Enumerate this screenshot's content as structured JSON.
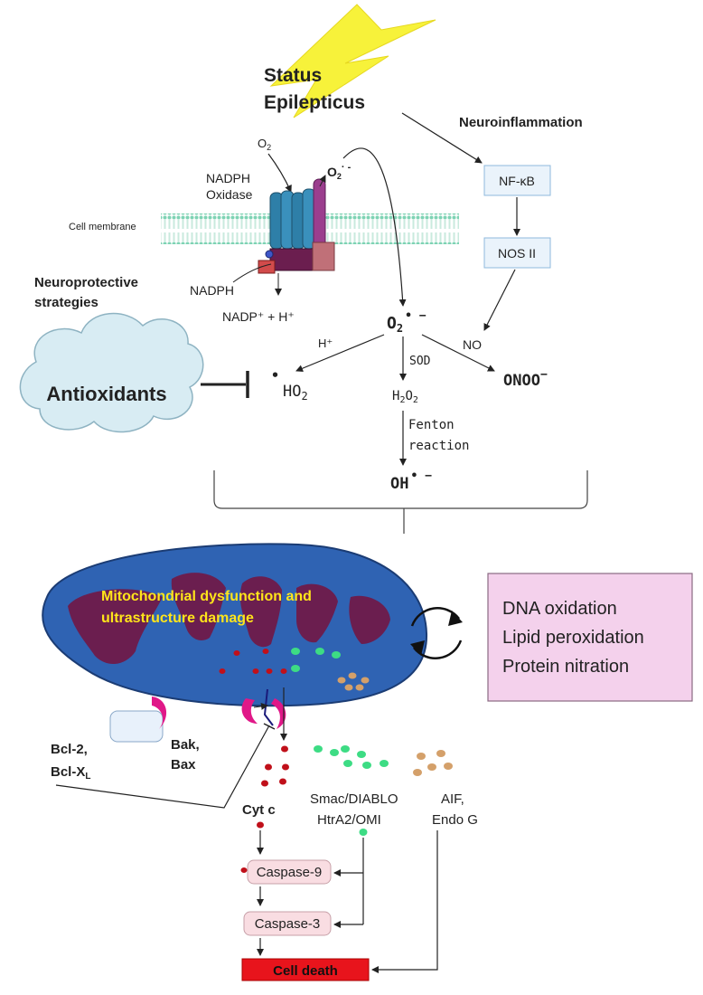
{
  "trigger": {
    "line1": "Status",
    "line2": "Epilepticus"
  },
  "neuroinflammation": "Neuroinflammation",
  "pathway": {
    "nfkb": "NF-κB",
    "nos2": "NOS II",
    "no": "NO"
  },
  "membrane": {
    "label": "Cell membrane"
  },
  "nadph_oxidase": {
    "line1": "NADPH",
    "line2": "Oxidase",
    "o2_in": "O",
    "o2_in_sub": "2",
    "o2_out": "O",
    "o2_out_sub": "2",
    "o2_out_sup": "· -",
    "substrate": "NADPH",
    "products": "NADP⁺ + H⁺"
  },
  "neuroprotective": {
    "line1": "Neuroprotective",
    "line2": "strategies"
  },
  "antioxidants": "Antioxidants",
  "ros": {
    "superoxide": "O",
    "superoxide_sub": "2",
    "superoxide_sup": "• −",
    "h_plus": "H⁺",
    "hydroperoxyl_dot": "•",
    "hydroperoxyl": "HO",
    "hydroperoxyl_sub": "2",
    "sod": "SOD",
    "peroxide": "H",
    "peroxide_sub1": "2",
    "peroxide_o": "O",
    "peroxide_sub2": "2",
    "peroxynitrite": "ONOO",
    "peroxynitrite_sup": "−",
    "fenton1": "Fenton",
    "fenton2": "reaction",
    "hydroxyl": "OH",
    "hydroxyl_sup": "• −"
  },
  "mitochondria": {
    "line1": "Mitochondrial dysfunction and",
    "line2": "ultrastructure damage"
  },
  "damage": {
    "item1": "DNA oxidation",
    "item2": "Lipid peroxidation",
    "item3": "Protein nitration"
  },
  "bcl": {
    "line1": "Bcl-2,",
    "line2": "Bcl-X",
    "sub": "L"
  },
  "bak": {
    "line1": "Bak,",
    "line2": "Bax"
  },
  "released": {
    "cytc": "Cyt c",
    "smac1": "Smac/DIABLO",
    "smac2": "HtrA2/OMI",
    "aif1": "AIF,",
    "aif2": "Endo G"
  },
  "caspases": {
    "c9": "Caspase-9",
    "c3": "Caspase-3",
    "death": "Cell death"
  },
  "colors": {
    "red_dot": "#c0101a",
    "green_dot": "#3ddc84",
    "tan_dot": "#d4a06a",
    "mito_blue": "#2f63b3",
    "cristae": "#6b1e4f",
    "death_red": "#e8141c",
    "caspase_fill": "#f9dde2",
    "damage_fill": "#f4d1ec",
    "blue_box": "#eaf3fb",
    "bolt": "#f7f23a",
    "yellow_text": "#ffe51a"
  }
}
